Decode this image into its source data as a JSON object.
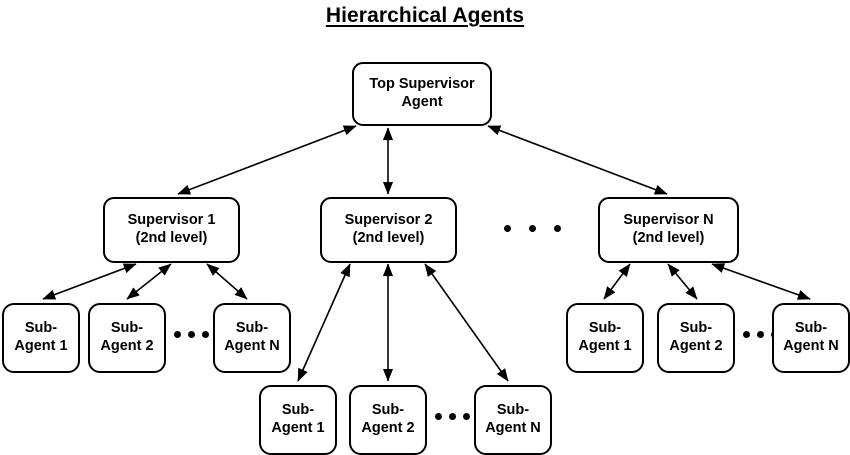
{
  "title": "Hierarchical Agents",
  "diagram": {
    "type": "hierarchy-tree",
    "direction": "top-down",
    "edge_style": "double-headed-arrow",
    "colors": {
      "node_border": "#000000",
      "node_fill": "#ffffff",
      "text": "#000000",
      "edge": "#000000",
      "background": "#ffffff"
    }
  },
  "levels": {
    "top": {
      "label": "Top Supervisor Agent",
      "lines": [
        "Top Supervisor",
        "Agent"
      ]
    },
    "supervisors": [
      {
        "id": "supervisor-1",
        "lines": [
          "Supervisor 1",
          "(2nd level)"
        ]
      },
      {
        "id": "supervisor-2",
        "lines": [
          "Supervisor 2",
          "(2nd level)"
        ]
      },
      {
        "id": "supervisor-n",
        "lines": [
          "Supervisor N",
          "(2nd level)"
        ]
      }
    ],
    "sub_agents": {
      "left": [
        {
          "id": "left-sub-1",
          "lines": [
            "Sub-",
            "Agent 1"
          ]
        },
        {
          "id": "left-sub-2",
          "lines": [
            "Sub-",
            "Agent 2"
          ]
        },
        {
          "id": "left-sub-n",
          "lines": [
            "Sub-",
            "Agent N"
          ]
        }
      ],
      "middle": [
        {
          "id": "middle-sub-1",
          "lines": [
            "Sub-",
            "Agent 1"
          ]
        },
        {
          "id": "middle-sub-2",
          "lines": [
            "Sub-",
            "Agent 2"
          ]
        },
        {
          "id": "middle-sub-n",
          "lines": [
            "Sub-",
            "Agent N"
          ]
        }
      ],
      "right": [
        {
          "id": "right-sub-1",
          "lines": [
            "Sub-",
            "Agent 1"
          ]
        },
        {
          "id": "right-sub-2",
          "lines": [
            "Sub-",
            "Agent 2"
          ]
        },
        {
          "id": "right-sub-n",
          "lines": [
            "Sub-",
            "Agent N"
          ]
        }
      ]
    }
  },
  "ellipses": [
    {
      "id": "supervisor-row-ellipsis",
      "dots": 3,
      "size": "large"
    },
    {
      "id": "left-subagent-ellipsis",
      "dots": 3,
      "size": "small"
    },
    {
      "id": "middle-subagent-ellipsis",
      "dots": 3,
      "size": "small"
    },
    {
      "id": "right-subagent-ellipsis",
      "dots": 3,
      "size": "small"
    }
  ]
}
